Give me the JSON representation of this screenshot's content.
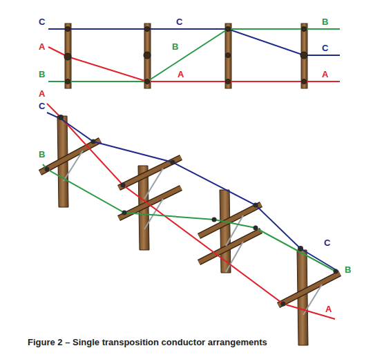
{
  "diagram": {
    "caption": "Figure 2 – Single transposition conductor arrangements",
    "labels": [
      "C",
      "A",
      "B",
      "C",
      "B",
      "A",
      "B",
      "C",
      "A",
      "A",
      "C",
      "B",
      "C",
      "B",
      "A"
    ]
  }
}
